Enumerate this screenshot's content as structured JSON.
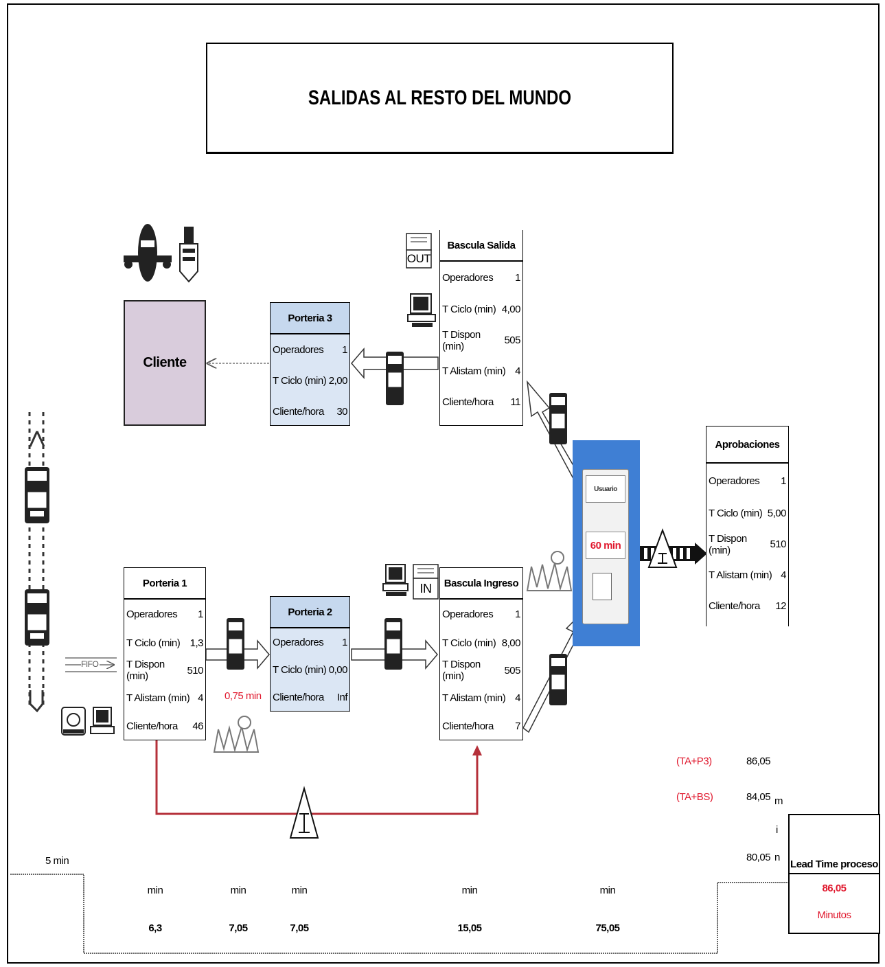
{
  "title": "SALIDAS AL RESTO DEL MUNDO",
  "cliente": "Cliente",
  "processes": {
    "bascula_salida": {
      "title": "Bascula Salida",
      "rows": [
        [
          "Operadores",
          "1"
        ],
        [
          "T Ciclo (min)",
          "4,00"
        ],
        [
          "T Dispon (min)",
          "505"
        ],
        [
          "T Alistam (min)",
          "4"
        ],
        [
          "Cliente/hora",
          "11"
        ]
      ]
    },
    "porteria3": {
      "title": "Porteria 3",
      "rows": [
        [
          "Operadores",
          "1"
        ],
        [
          "T Ciclo (min)",
          "2,00"
        ],
        [
          "Cliente/hora",
          "30"
        ]
      ]
    },
    "porteria1": {
      "title": "Porteria 1",
      "rows": [
        [
          "Operadores",
          "1"
        ],
        [
          "T Ciclo (min)",
          "1,3"
        ],
        [
          "T Dispon (min)",
          "510"
        ],
        [
          "T Alistam (min)",
          "4"
        ],
        [
          "Cliente/hora",
          "46"
        ]
      ]
    },
    "porteria2": {
      "title": "Porteria 2",
      "rows": [
        [
          "Operadores",
          "1"
        ],
        [
          "T Ciclo (min)",
          "0,00"
        ],
        [
          "Cliente/hora",
          "Inf"
        ]
      ]
    },
    "bascula_ingreso": {
      "title": "Bascula Ingreso",
      "rows": [
        [
          "Operadores",
          "1"
        ],
        [
          "T Ciclo (min)",
          "8,00"
        ],
        [
          "T Dispon (min)",
          "505"
        ],
        [
          "T Alistam (min)",
          "4"
        ],
        [
          "Cliente/hora",
          "7"
        ]
      ]
    },
    "aprobaciones": {
      "title": "Aprobaciones",
      "rows": [
        [
          "Operadores",
          "1"
        ],
        [
          "T Ciclo (min)",
          "5,00"
        ],
        [
          "T Dispon (min)",
          "510"
        ],
        [
          "T Alistam (min)",
          "4"
        ],
        [
          "Cliente/hora",
          "12"
        ]
      ]
    }
  },
  "labels": {
    "out": "OUT",
    "in": "IN",
    "fifo": "FIFO",
    "wait_p1_p2": "0,75 min",
    "usuario": "Usuario",
    "usuario_time": "60 min",
    "ta_p3": "(TA+P3)",
    "ta_p3_value": "86,05",
    "ta_bs": "(TA+BS)",
    "ta_bs_value": "84,05",
    "ta_third_value": "80,05",
    "min_vertical": [
      "m",
      "i",
      "n"
    ]
  },
  "timeline": {
    "start": "5 min",
    "units": [
      "min",
      "min",
      "min",
      "min",
      "min"
    ],
    "values": [
      "6,3",
      "7,05",
      "7,05",
      "15,05",
      "75,05"
    ]
  },
  "lead_time": {
    "label": "Lead Time proceso",
    "value": "86,05",
    "unit": "Minutos"
  },
  "colors": {
    "accent_blue": "#3f7fd4",
    "red": "#e0182d",
    "cliente_fill": "#d9ccdc",
    "process_blue": "#dbe6f4",
    "lead_line": "#b5303a"
  }
}
